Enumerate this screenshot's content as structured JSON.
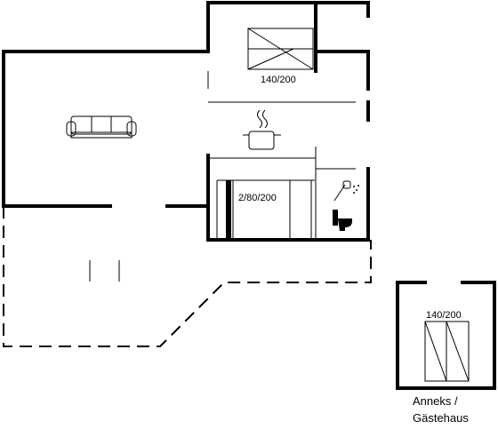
{
  "plan": {
    "bed_main": "140/200",
    "bunk": "2/80/200",
    "annex_bed": "140/200",
    "annex_line1": "Anneks /",
    "annex_line2": "Gästehaus"
  },
  "icons": [
    "sofa-icon",
    "cooking-pot-icon",
    "shower-icon",
    "toilet-icon",
    "double-bed-icon",
    "bunk-bed-icon"
  ]
}
